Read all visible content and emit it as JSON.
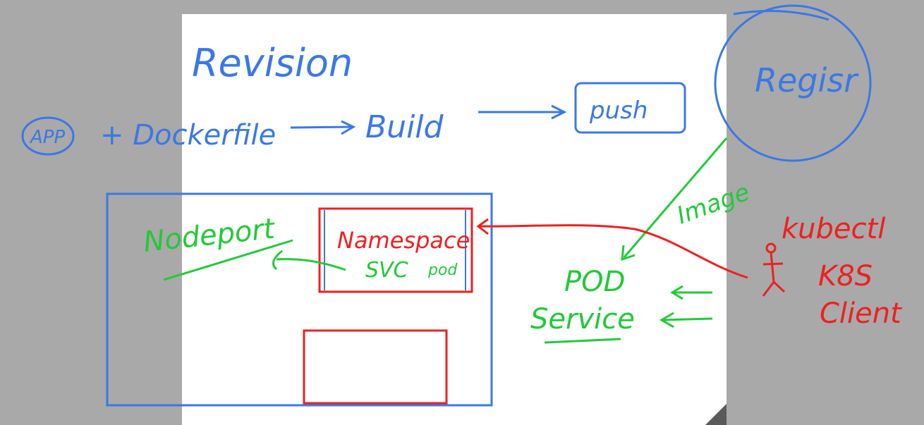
{
  "colors": {
    "canvas_bg": "#a9a9a9",
    "page": "#ffffff",
    "blue": "#3a78e6",
    "red": "#ee2020",
    "green": "#22c93a"
  },
  "labels": {
    "title": "Revision",
    "app": "APP",
    "plus_dockerfile": "+ Dockerfile",
    "build": "Build",
    "push": "push",
    "registry": "Regisr",
    "nodeport": "Nodeport",
    "namespace": "Namespace",
    "svc": "SVC",
    "pod_small": "pod",
    "image": "Image",
    "pod": "POD",
    "service": "Service",
    "kubectl": "kubectl",
    "k8s": "K8S",
    "client": "Client"
  }
}
